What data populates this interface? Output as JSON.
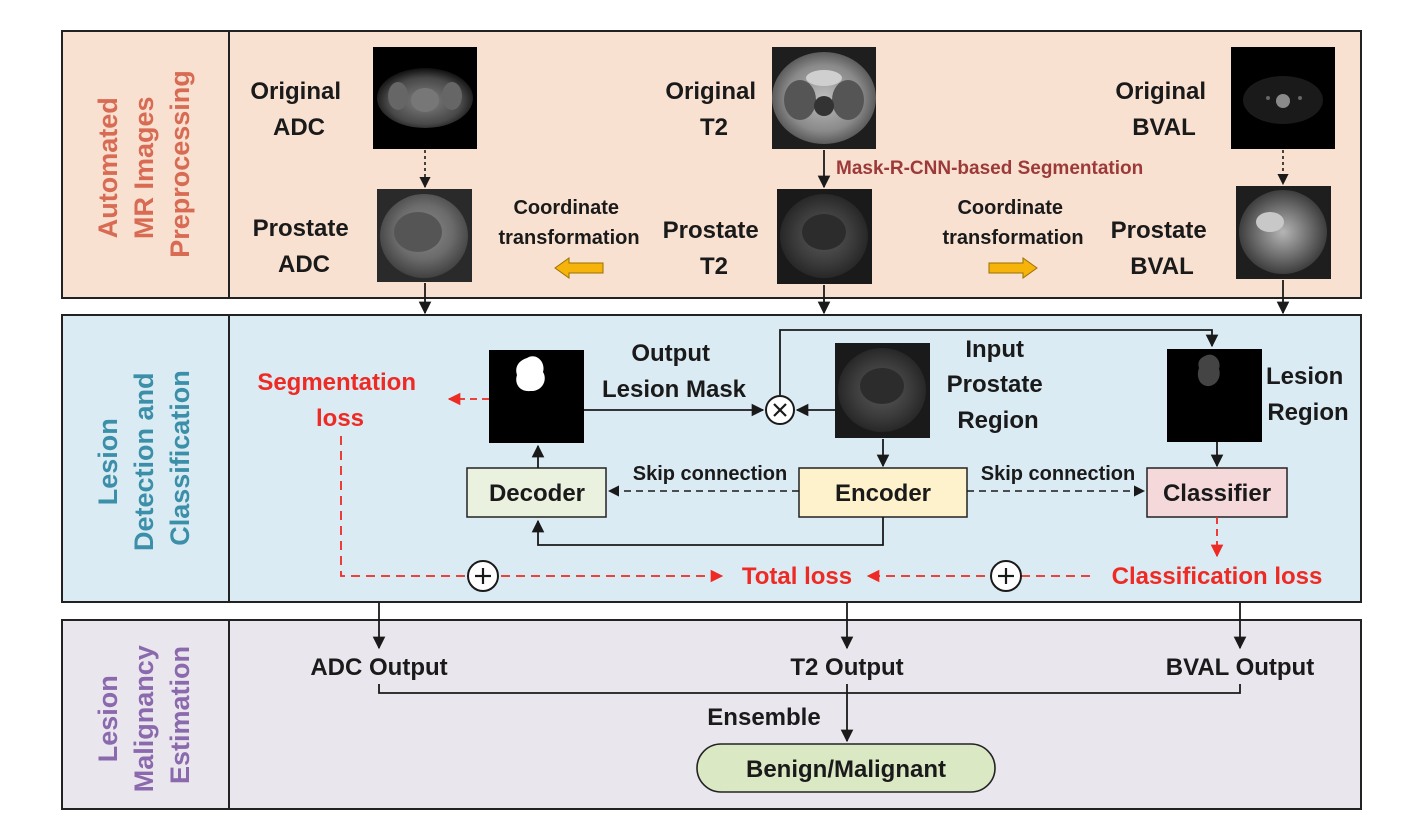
{
  "sections": {
    "preprocessing": "Automated MR Images Preprocessing",
    "detection": "Lesion Detection and Classification",
    "malignancy": "Lesion Malignancy Estimation"
  },
  "preprocessing": {
    "original_adc": [
      "Original",
      "ADC"
    ],
    "original_t2": [
      "Original",
      "T2"
    ],
    "original_bval": [
      "Original",
      "BVAL"
    ],
    "prostate_adc": [
      "Prostate",
      "ADC"
    ],
    "prostate_t2": [
      "Prostate",
      "T2"
    ],
    "prostate_bval": [
      "Prostate",
      "BVAL"
    ],
    "coordinate_left": [
      "Coordinate",
      "transformation"
    ],
    "coordinate_right": [
      "Coordinate",
      "transformation"
    ],
    "segmentation_method": "Mask-R-CNN-based Segmentation"
  },
  "detection": {
    "segmentation_loss": [
      "Segmentation",
      "loss"
    ],
    "output_mask": [
      "Output",
      "Lesion Mask"
    ],
    "input_region": [
      "Input",
      "Prostate",
      "Region"
    ],
    "lesion_region": [
      "Lesion",
      "Region"
    ],
    "decoder": "Decoder",
    "encoder": "Encoder",
    "classifier": "Classifier",
    "skip_left": "Skip connection",
    "skip_right": "Skip connection",
    "total_loss": "Total loss",
    "classification_loss": "Classification loss"
  },
  "malignancy": {
    "adc_output": "ADC Output",
    "t2_output": "T2 Output",
    "bval_output": "BVAL Output",
    "ensemble": "Ensemble",
    "result": "Benign/Malignant"
  },
  "colors": {
    "preprocessing_bg": "#f9e1d2",
    "detection_bg": "#dbebf3",
    "malignancy_bg": "#eae6ee",
    "preprocessing_title": "#d76b53",
    "detection_title": "#3b8fa8",
    "malignancy_title": "#8b69ad",
    "loss_red": "#ee2a24",
    "decoder_fill": "#eaf1de",
    "encoder_fill": "#fdf2cc",
    "classifier_fill": "#f4d8da",
    "result_fill": "#dbe8c4",
    "arrow_fill": "#f6b40a"
  },
  "icons": [
    "mri-image",
    "multiply-icon",
    "plus-icon",
    "arrow-left-icon",
    "arrow-right-icon"
  ]
}
